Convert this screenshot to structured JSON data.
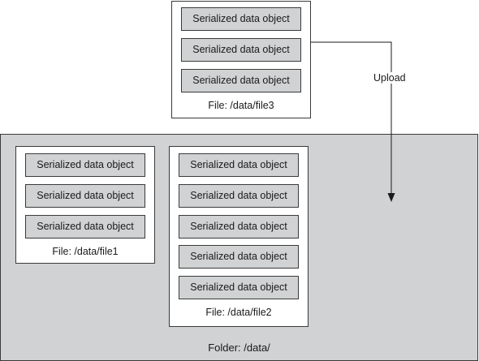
{
  "folder": {
    "label": "Folder: /data/"
  },
  "files": {
    "file3": {
      "label": "File: /data/file3",
      "objects": [
        "Serialized data object",
        "Serialized data object",
        "Serialized data object"
      ]
    },
    "file1": {
      "label": "File: /data/file1",
      "objects": [
        "Serialized data object",
        "Serialized data object",
        "Serialized data object"
      ]
    },
    "file2": {
      "label": "File: /data/file2",
      "objects": [
        "Serialized data object",
        "Serialized data object",
        "Serialized data object",
        "Serialized data object",
        "Serialized data object"
      ]
    }
  },
  "upload": {
    "label": "Upload"
  },
  "colors": {
    "folder_fill": "#d0d2d3",
    "object_fill": "#d0d2d3",
    "border": "#3a3a3a"
  }
}
